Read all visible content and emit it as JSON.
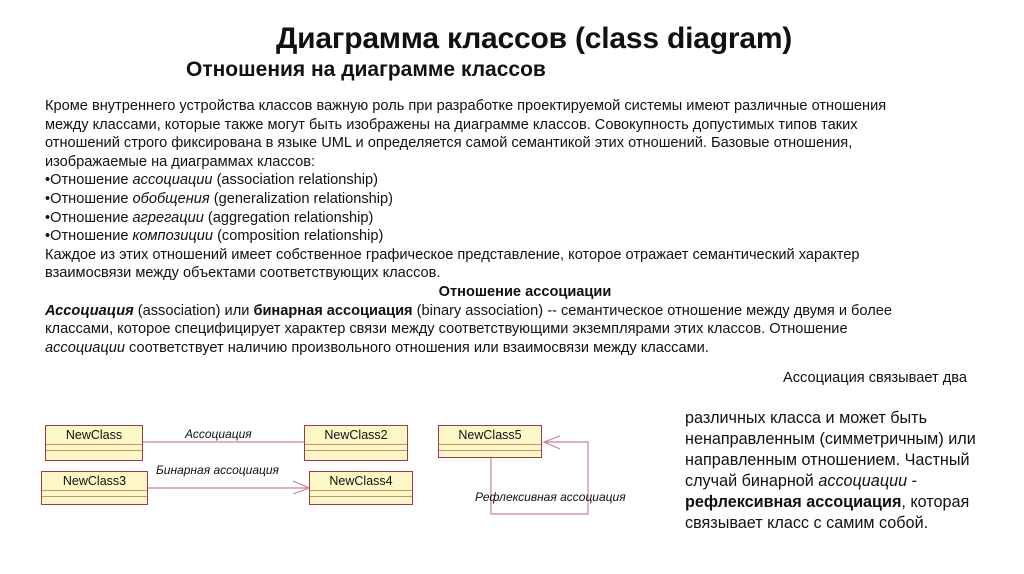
{
  "slide": {
    "title": "Диаграмма классов (class diagram)",
    "subtitle": "Отношения на диаграмме классов",
    "intro_lines": [
      "Кроме внутреннего устройства классов важную роль при разработке проектируемой системы имеют  различные отношения",
      "между классами, которые также могут быть изображены на диаграмме  классов. Совокупность допустимых типов таких",
      "отношений строго фиксирована в языке UML и  определяется самой семантикой этих отношений. Базовые отношения,",
      "изображаемые на  диаграммах классов:"
    ],
    "relationships": [
      {
        "bullet": "•",
        "prefix": "Отношение ",
        "term": "ассоциации",
        "english": " (association relationship)"
      },
      {
        "bullet": "•",
        "prefix": "Отношение ",
        "term": "обобщения",
        "english": " (generalization relationship)"
      },
      {
        "bullet": "•",
        "prefix": "Отношение ",
        "term": "агрегации",
        "english": " (aggregation relationship)"
      },
      {
        "bullet": "•",
        "prefix": "Отношение ",
        "term": "композиции",
        "english": " (composition relationship)"
      }
    ],
    "closing_lines": [
      "Каждое из этих отношений имеет собственное графическое представление, которое отражает  семантический характер",
      "взаимосвязи между объектами соответствующих классов."
    ],
    "section_heading": "Отношение ассоциации",
    "association_def": {
      "line1": {
        "term1": "Ассоциация",
        "text1": " (association) или ",
        "term2": "бинарная ассоциация",
        "text2": " (binary association) -- семантическое  отношение между двумя и более"
      },
      "line2": "классами, которое специфицирует характер связи между  соответствующими экземплярами этих классов. Отношение",
      "line3": {
        "term": "ассоциации",
        "text": " соответствует наличию  произвольного отношения или взаимосвязи между классами."
      }
    },
    "right_note": "Ассоциация связывает два",
    "right_block": {
      "line1": "различных класса и может быть",
      "line2": "ненаправленным (симметричным)  или",
      "line3": "направленным отношением.  Частный",
      "line4_text": "случай бинарной  ",
      "line4_term": "ассоциации",
      "line4_tail": " -",
      "line5_term": "рефлексивная  ассоциация",
      "line5_tail": ", которая",
      "line6": "связывает  класс с самим собой."
    }
  },
  "diagram": {
    "classes": [
      {
        "id": "c1",
        "name": "NewClass"
      },
      {
        "id": "c2",
        "name": "NewClass2"
      },
      {
        "id": "c3",
        "name": "NewClass3"
      },
      {
        "id": "c4",
        "name": "NewClass4"
      },
      {
        "id": "c5",
        "name": "NewClass5"
      }
    ],
    "labels": {
      "association": "Ассоциация",
      "binary_association": "Бинарная ассоциация",
      "reflexive_association": "Рефлексивная ассоциация"
    },
    "colors": {
      "box_fill": "#fbf7c6",
      "box_border": "#a3374a",
      "line": "#c9829a"
    }
  }
}
